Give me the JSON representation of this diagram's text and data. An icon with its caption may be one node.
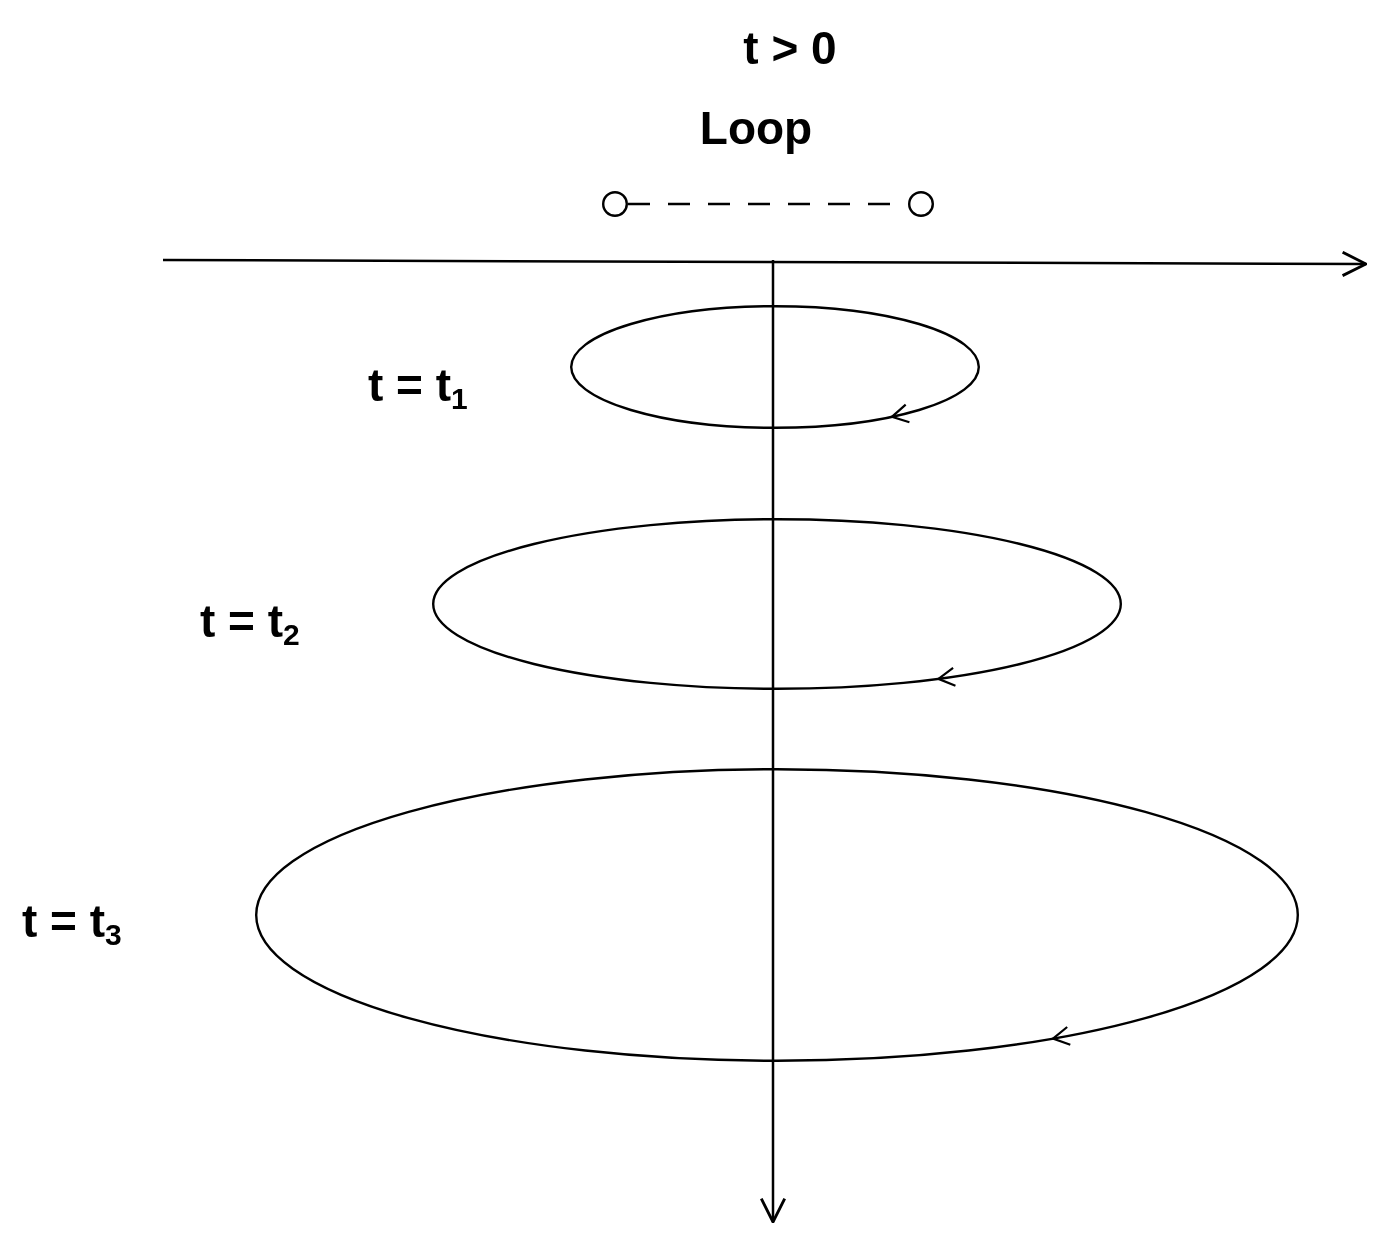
{
  "diagram": {
    "nodes": [
      {
        "text": [],
        "shape": "circle"
      },
      {
        "text": [],
        "shape": "circle"
      },
      {
        "text": [],
        "shape": "ellipse",
        "beside": [
          "t = t$_{1}$"
        ]
      },
      {
        "text": [],
        "shape": "ellipse",
        "beside": [
          "t = t$_{2}$"
        ]
      },
      {
        "text": [],
        "shape": "ellipse",
        "beside": [
          "t = t$_{3}$"
        ]
      }
    ],
    "edges": [
      {
        "from": 0,
        "to": 1,
        "arrow": "none",
        "style": "dashed"
      }
    ],
    "labels": [
      "t > 0",
      "Loop"
    ]
  }
}
